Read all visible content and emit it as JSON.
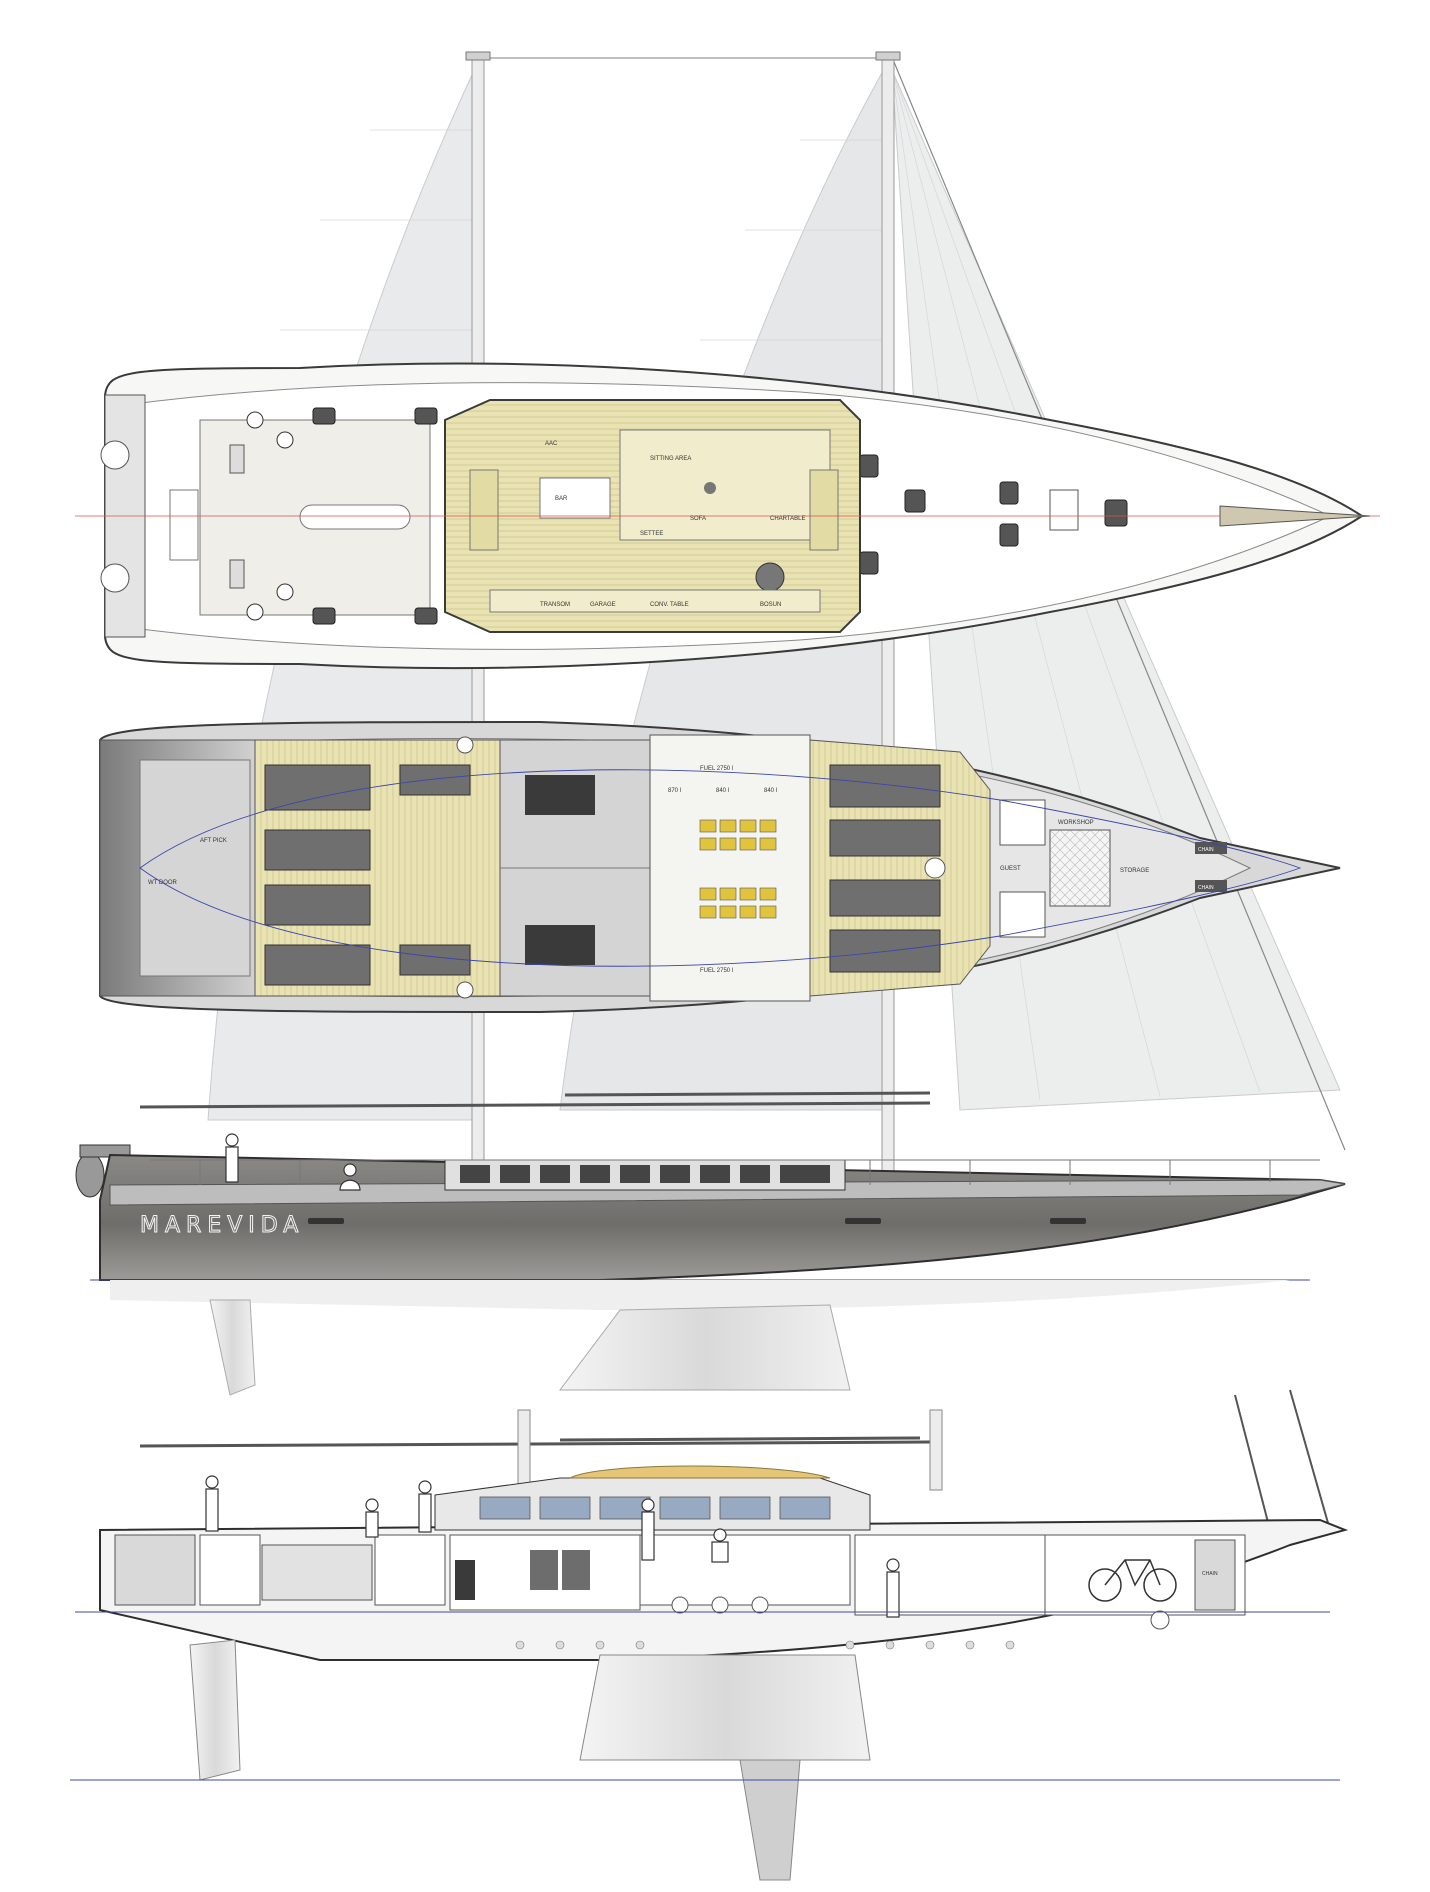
{
  "brand": "MAREVIDA",
  "colors": {
    "sail": "#e9eaec",
    "sail_edge": "#c9cbcf",
    "hull_dark": "#6e6d6a",
    "hull_light": "#e7e7e7",
    "deck_white": "#f7f7f5",
    "teak": "#e9e2b2",
    "teak_line": "#cfc58c",
    "outline": "#3a3a3a",
    "waterline": "#3b47a8",
    "centerline": "#d9534f"
  },
  "deck_plan": {
    "labels": [
      "AAC",
      "TRANSOM",
      "GARAGE",
      "SITTING AREA",
      "BAR",
      "SOFA",
      "CHARTABLE",
      "SETTEE",
      "CONV. TABLE",
      "BOSUN"
    ]
  },
  "accommodation_plan": {
    "left": [
      "AFT PICK",
      "WT DOOR"
    ],
    "tanks": [
      "FUEL 2750 l",
      "FUEL 2750 l",
      "870 l",
      "840 l",
      "840 l"
    ],
    "forward": [
      "WORKSHOP",
      "STORAGE",
      "CHAIN",
      "CHAIN",
      "GUEST"
    ]
  },
  "profile": {
    "name": "MAREVIDA"
  },
  "section": {
    "label": "CHAIN"
  }
}
